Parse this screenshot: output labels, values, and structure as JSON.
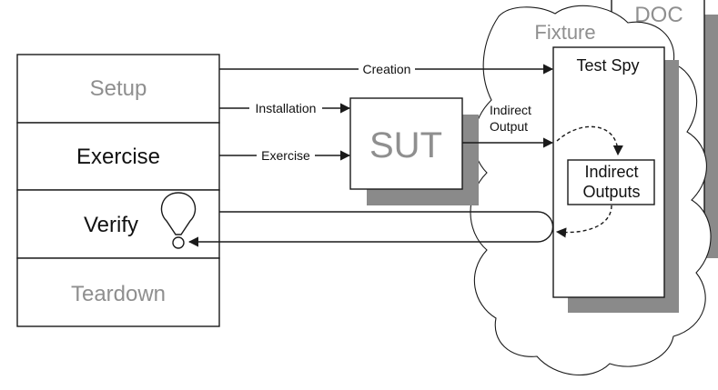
{
  "phases": {
    "setup": "Setup",
    "exercise": "Exercise",
    "verify": "Verify",
    "teardown": "Teardown"
  },
  "flows": {
    "creation": "Creation",
    "installation": "Installation",
    "exercise": "Exercise",
    "indirect_output_line1": "Indirect",
    "indirect_output_line2": "Output"
  },
  "components": {
    "sut": "SUT",
    "test_spy": "Test Spy",
    "fixture": "Fixture",
    "doc": "DOC",
    "indirect_outputs_line1": "Indirect",
    "indirect_outputs_line2": "Outputs"
  },
  "colors": {
    "dim_text": "#8f8f8f",
    "shadow": "#8a8a8a",
    "stroke": "#1a1a1a"
  }
}
